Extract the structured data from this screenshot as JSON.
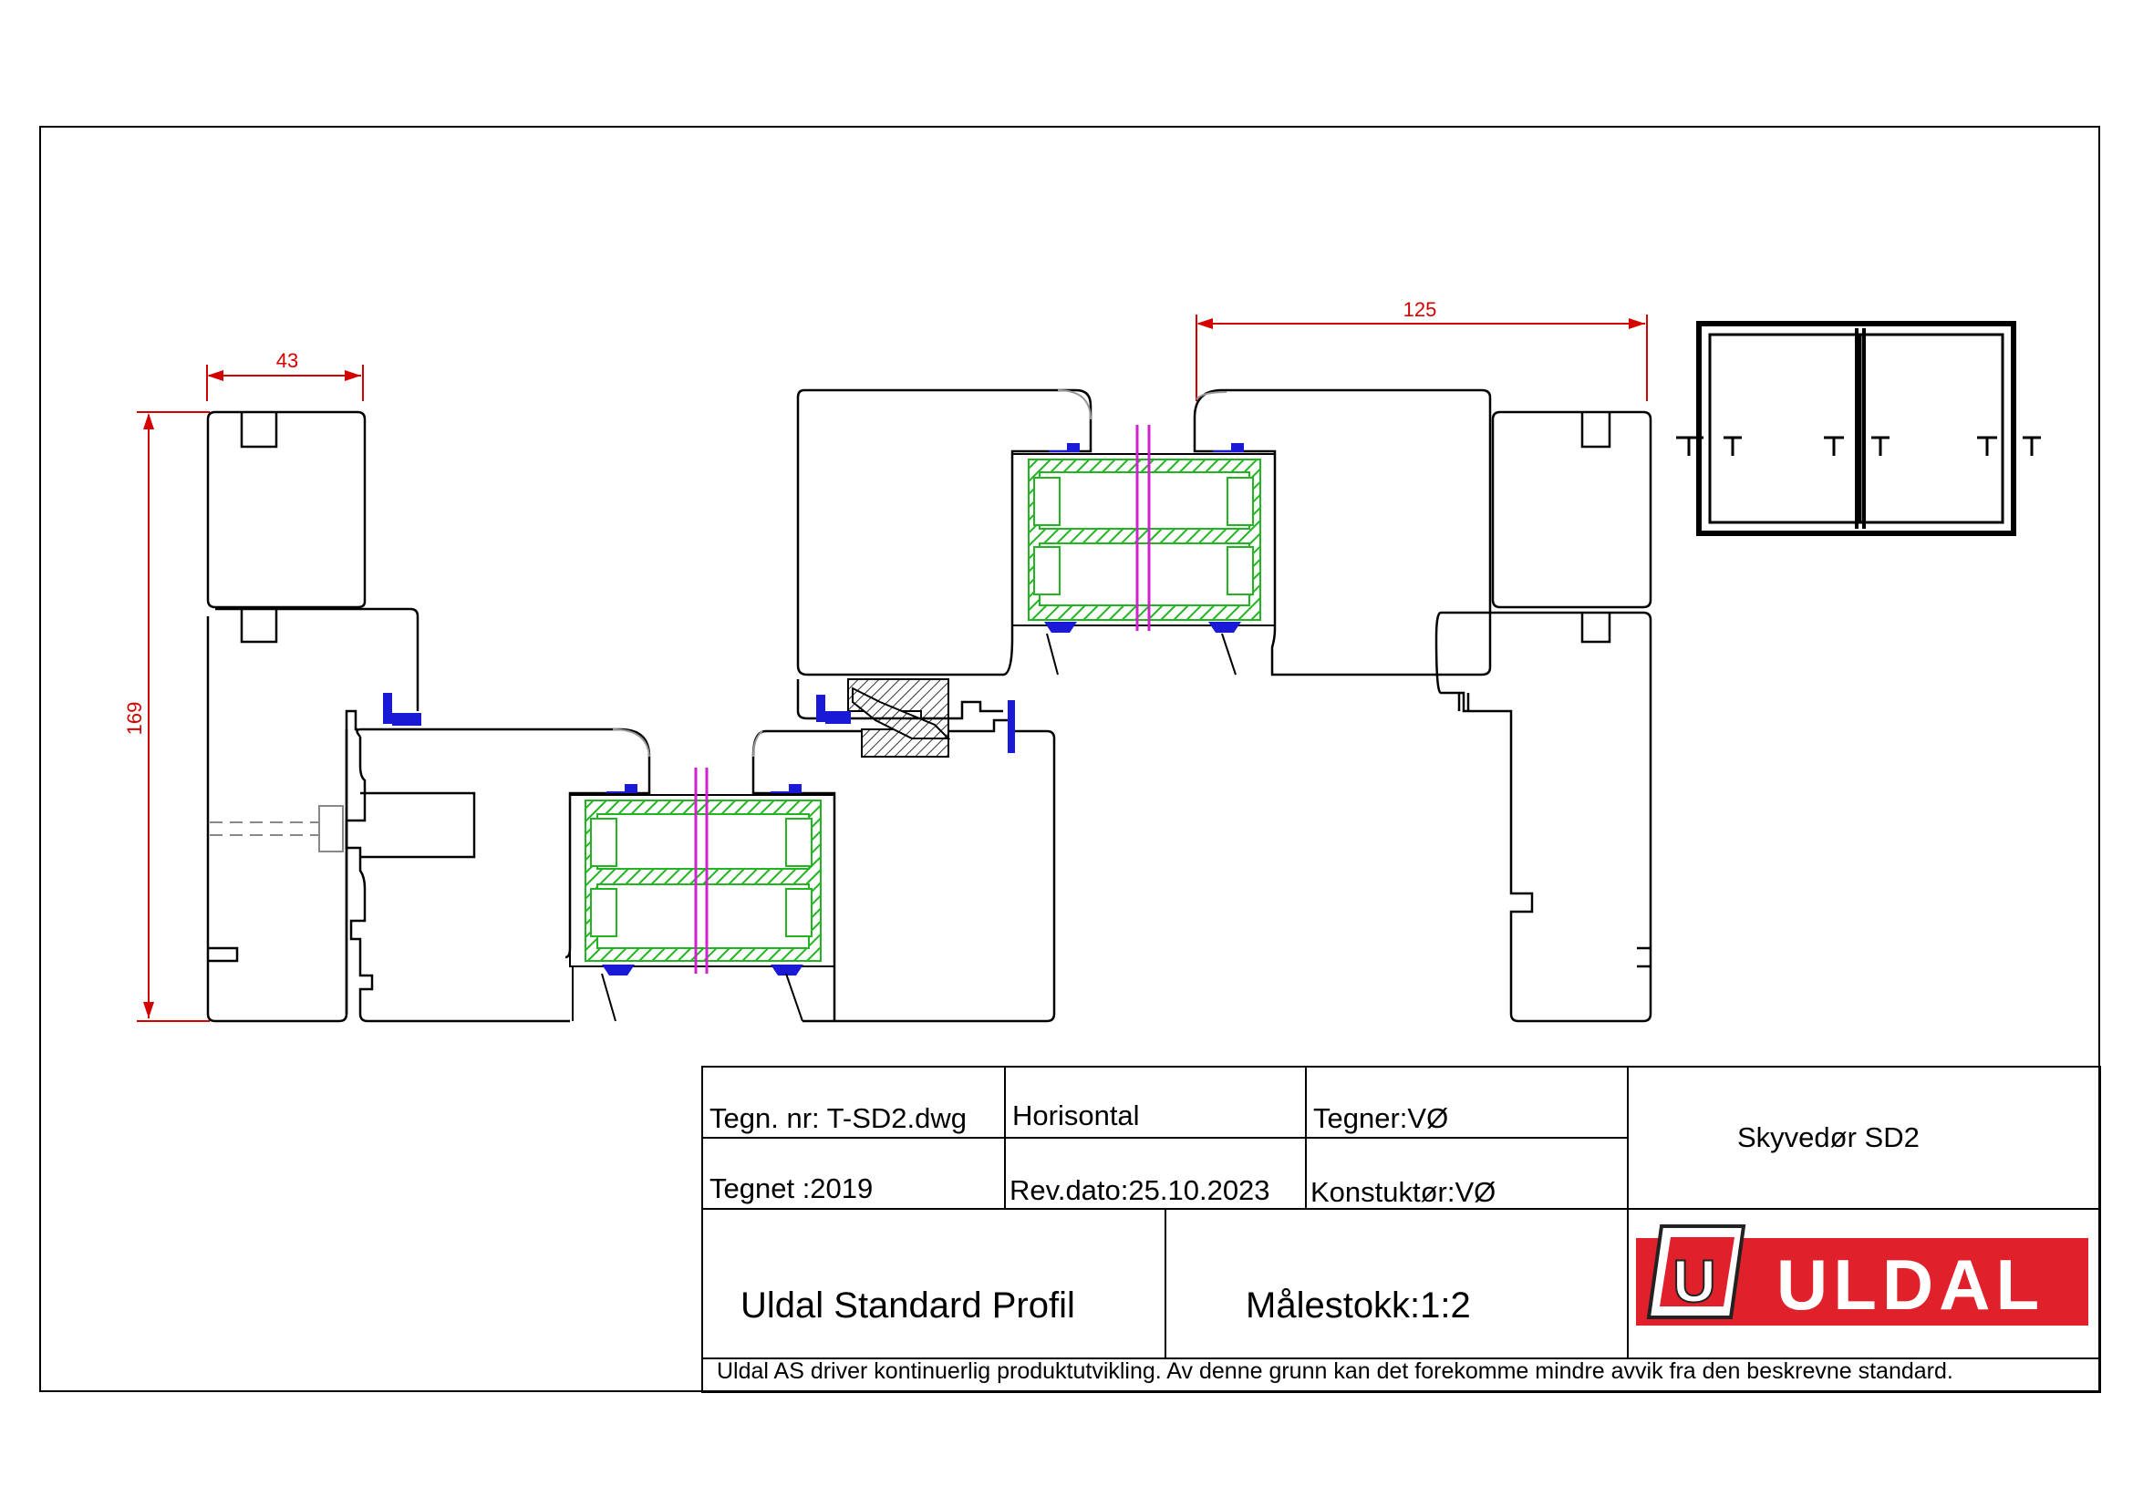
{
  "dimensions": {
    "width_left": "43",
    "height_left": "169",
    "width_right": "125"
  },
  "title_block": {
    "drawing_no": "Tegn. nr: T-SD2.dwg",
    "orientation": "Horisontal",
    "drawer": "Tegner:VØ",
    "drawn": "Tegnet :2019",
    "rev_date": "Rev.dato:25.10.2023",
    "constructor": "Konstuktør:VØ",
    "product": "Skyvedør SD2",
    "profile": "Uldal Standard Profil",
    "scale": "Målestokk:1:2",
    "logo_text": "ULDAL",
    "logo_letter": "U",
    "disclaimer": "Uldal AS driver kontinuerlig produktutvikling. Av denne grunn kan det forekomme mindre avvik fra den beskrevne standard."
  },
  "colors": {
    "dimension": "#d40000",
    "glazing_bead": "#22b422",
    "gasket": "#1a1ad6",
    "glass": "#d020d0",
    "logo_red": "#e0202a"
  }
}
